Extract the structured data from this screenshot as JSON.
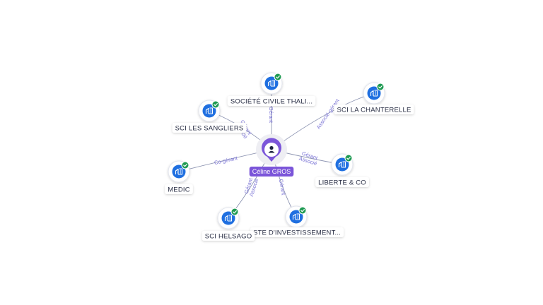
{
  "center": {
    "name": "Céline GROS",
    "icon": "person-icon",
    "color": "#7b55d9"
  },
  "colors": {
    "edge": "#8f96b3",
    "edge_label": "#7b74d6",
    "company_icon": "#1f6fe0",
    "check": "#1e9a52"
  },
  "companies": [
    {
      "id": "sci-les-sangliers",
      "name": "SCI LES SANGLIERS",
      "role_lines": [
        "Gérant",
        "Associé"
      ],
      "verified": true,
      "icon": "building-icon"
    },
    {
      "id": "societe-civile-thali",
      "name": "SOCIÉTÉ CIVILE THALI...",
      "role_lines": [
        "Gérant"
      ],
      "verified": true,
      "icon": "building-icon"
    },
    {
      "id": "sci-la-chanterelle",
      "name": "SCI LA CHANTERELLE",
      "role_lines": [
        "Associé-gérant"
      ],
      "verified": true,
      "icon": "building-icon"
    },
    {
      "id": "liberte-and-co",
      "name": "LIBERTE & CO",
      "role_lines": [
        "Gérant",
        "Associé"
      ],
      "verified": true,
      "icon": "building-icon"
    },
    {
      "id": "ste-dinvestissement",
      "name": "STE D'INVESTISSEMENT...",
      "role_lines": [
        "Gérant"
      ],
      "verified": true,
      "icon": "building-icon"
    },
    {
      "id": "sci-helsago",
      "name": "SCI HELSAGO",
      "role_lines": [
        "Gérant",
        "Associé"
      ],
      "verified": true,
      "icon": "building-icon"
    },
    {
      "id": "medic",
      "name": "MEDIC",
      "role_lines": [
        "Co-gérant"
      ],
      "verified": true,
      "icon": "building-icon"
    }
  ]
}
